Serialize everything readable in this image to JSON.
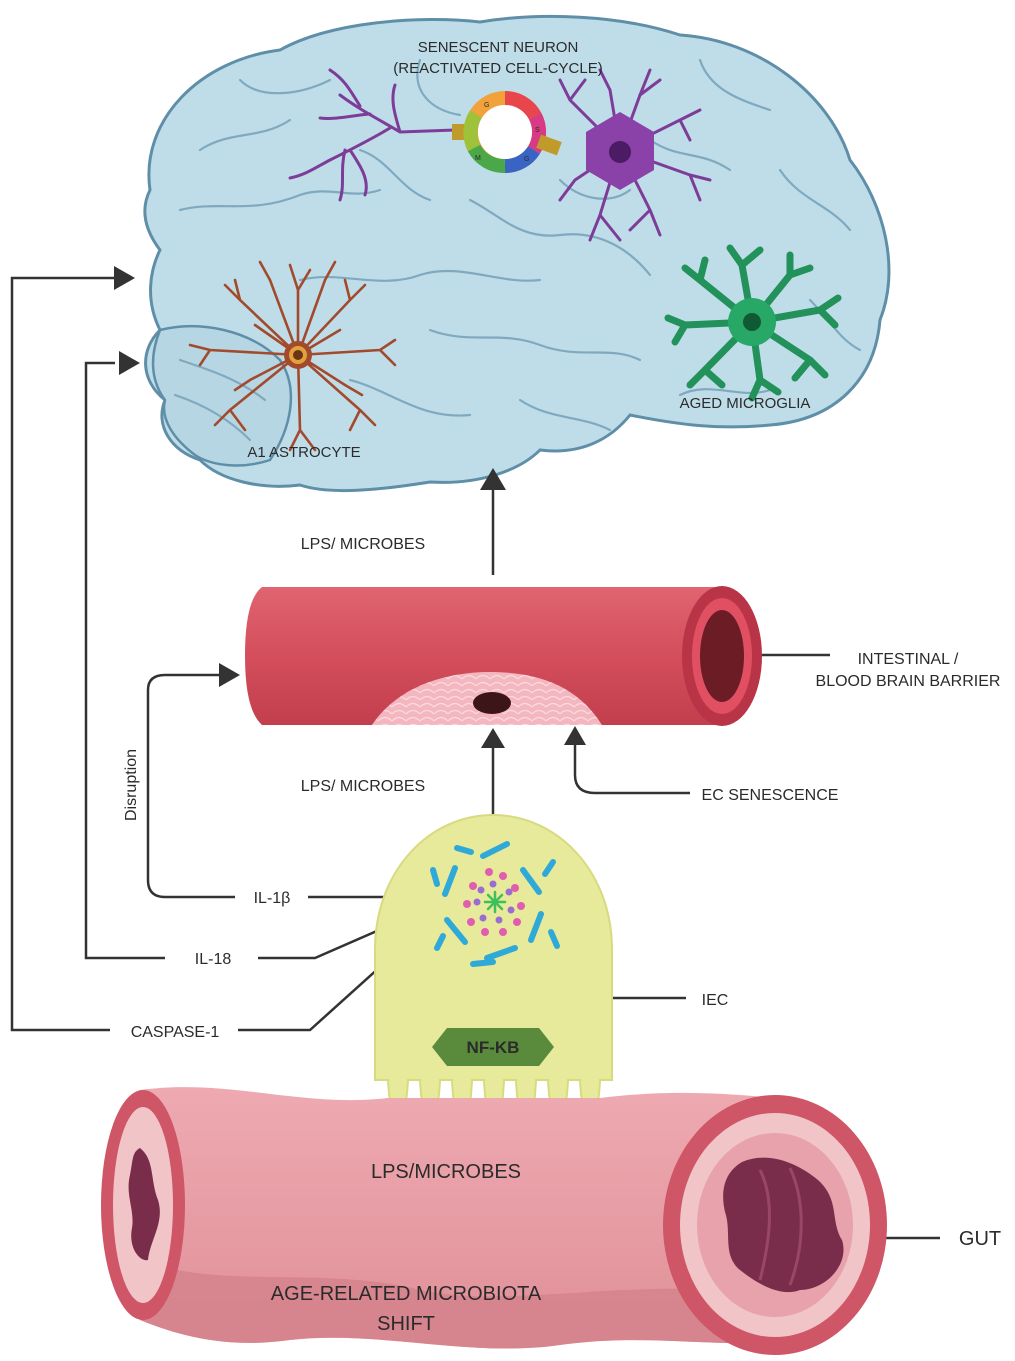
{
  "labels": {
    "senescent_neuron_line1": "SENESCENT NEURON",
    "senescent_neuron_line2": "(REACTIVATED CELL-CYCLE)",
    "a1_astrocyte": "A1 ASTROCYTE",
    "aged_microglia": "AGED MICROGLIA",
    "lps_microbes_upper": "LPS/ MICROBES",
    "intestinal_bbb_line1": "INTESTINAL /",
    "intestinal_bbb_line2": "BLOOD BRAIN BARRIER",
    "lps_microbes_middle": "LPS/ MICROBES",
    "ec_senescence": "EC SENESCENCE",
    "disruption": "Disruption",
    "il1b": "IL-1β",
    "il18": "IL-18",
    "caspase1": "CASPASE-1",
    "iec": "IEC",
    "nfkb": "NF-KB",
    "lps_microbes_lower": "LPS/MICROBES",
    "gut": "GUT",
    "age_related_line1": "AGE-RELATED MICROBIOTA",
    "age_related_line2": "SHIFT"
  },
  "cell_cycle_phases": [
    "G",
    "S",
    "G",
    "M"
  ],
  "colors": {
    "brain_fill": "#bfdde9",
    "brain_stroke": "#5f8fa8",
    "vessel": "#d44e5c",
    "iec": "#e7ea9a",
    "nfkb": "#5a8b3c",
    "gut": "#e49aa2",
    "neuron": "#7d3c98",
    "astrocyte": "#a24a2c",
    "microglia": "#22915a",
    "arrow": "#3a3a3a"
  }
}
